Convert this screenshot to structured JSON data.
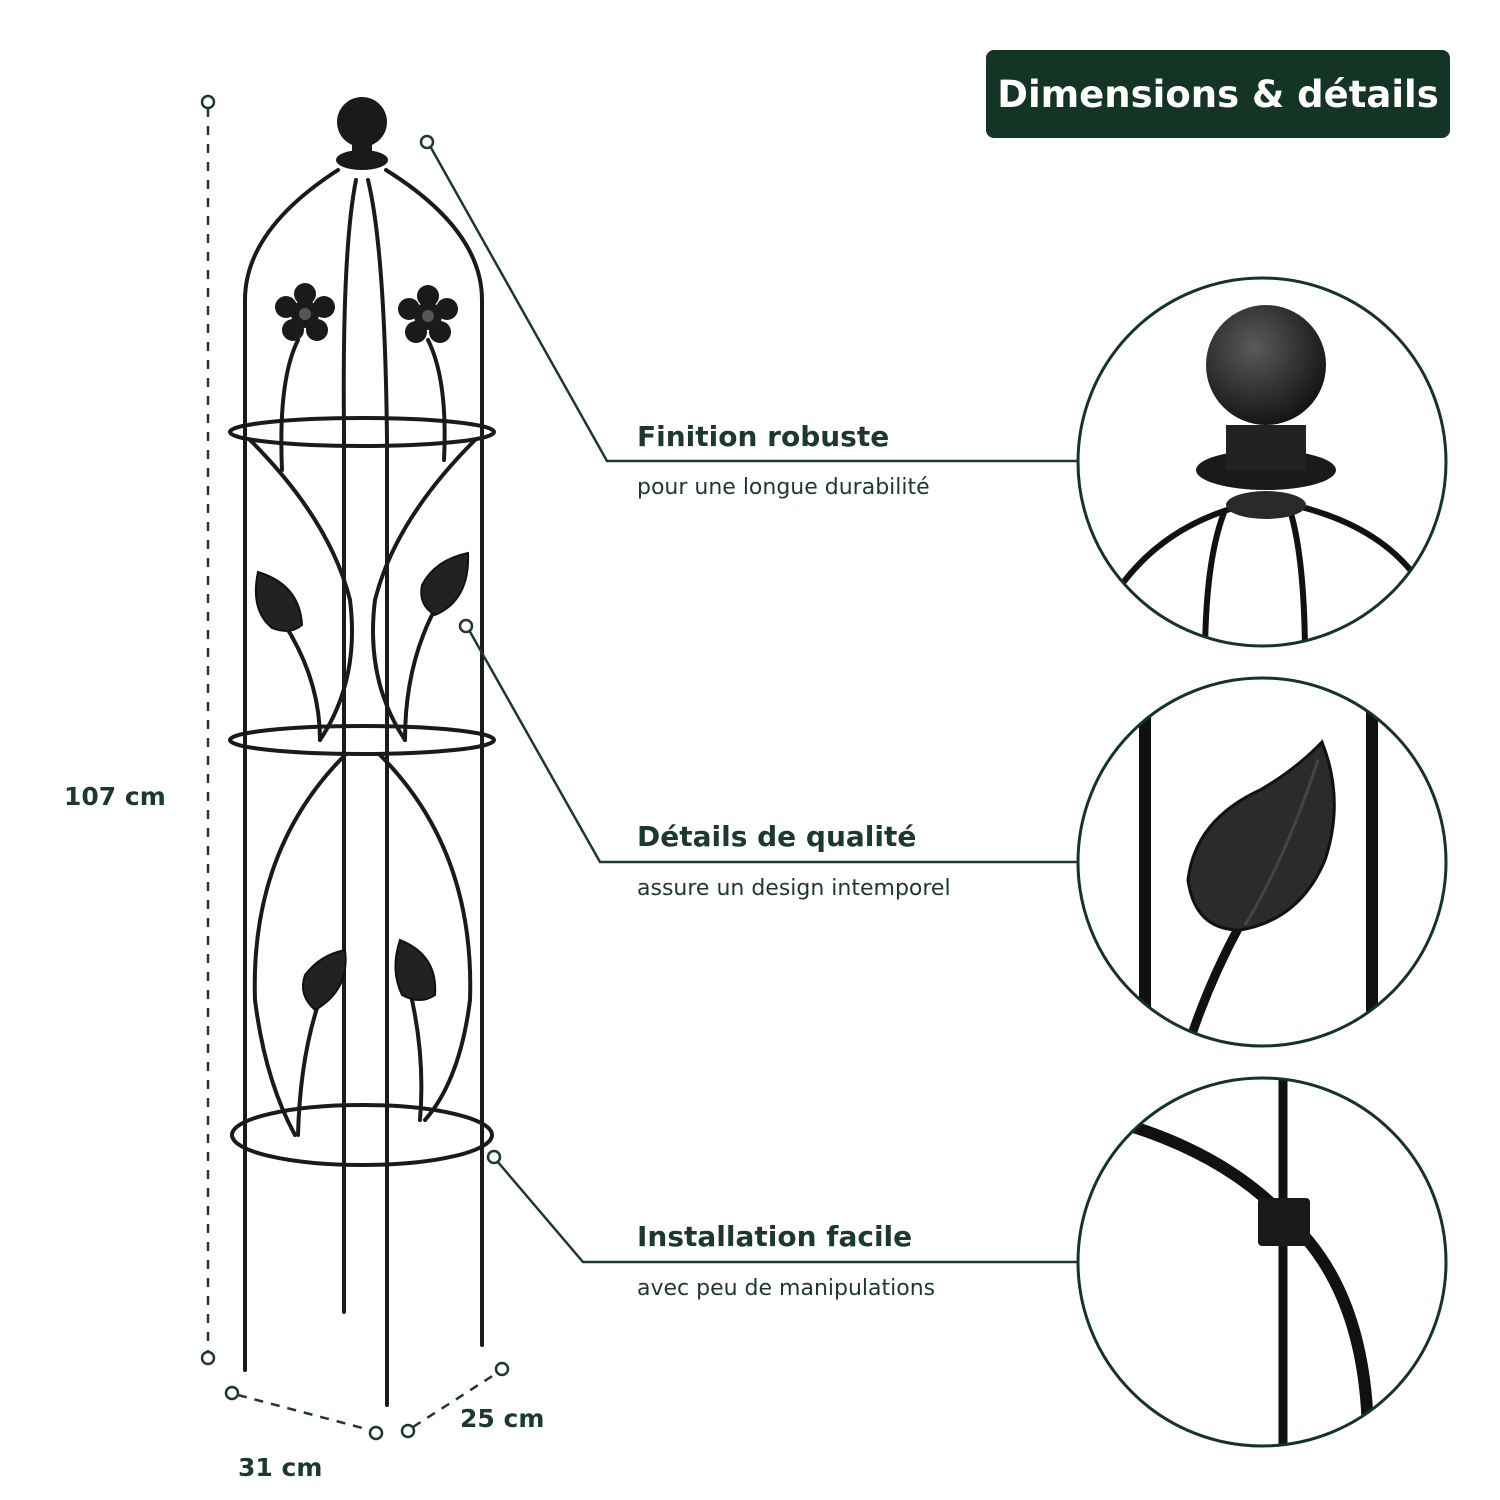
{
  "header": {
    "title": "Dimensions & détails"
  },
  "dimensions": {
    "height": "107 cm",
    "width": "31 cm",
    "depth": "25 cm"
  },
  "features": [
    {
      "title": "Finition robuste",
      "subtitle": "pour une longue durabilité"
    },
    {
      "title": "Détails de qualité",
      "subtitle": "assure un design intemporel"
    },
    {
      "title": "Installation facile",
      "subtitle": "avec peu de manipulations"
    }
  ],
  "colors": {
    "accent": "#143526",
    "text": "#1c3a2c",
    "metal": "#1a1a1a"
  }
}
